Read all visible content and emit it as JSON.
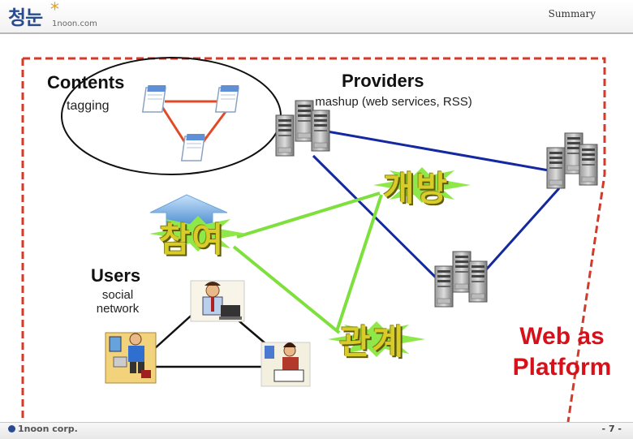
{
  "header": {
    "logo_text": "청눈",
    "logo_subtext": "1noon.com",
    "logo_star": "*",
    "section_title": "Summary"
  },
  "diagram": {
    "contents": {
      "title": "Contents",
      "subtitle": "tagging"
    },
    "providers": {
      "title": "Providers",
      "subtitle": "mashup (web services, RSS)"
    },
    "users": {
      "title": "Users",
      "subtitle": "social network"
    },
    "labels": {
      "open": "개방",
      "participation": "참여",
      "relation": "관계"
    },
    "tagline": "Web as Platform",
    "icons": [
      "document-icon",
      "server-icon",
      "person-computer-icon",
      "up-arrow-icon",
      "starburst-icon"
    ],
    "colors": {
      "frame_dash": "#d23a2a",
      "content_links": "#e04a28",
      "server_links": "#1428a0",
      "green_links": "#7ee03c",
      "starburst": "#8ee84a",
      "korean_text": "#d8cc28",
      "tagline": "#d8101a",
      "arrow": "#9ec8ee"
    }
  },
  "footer": {
    "company": "1noon corp.",
    "page_number": "- 7 -"
  }
}
